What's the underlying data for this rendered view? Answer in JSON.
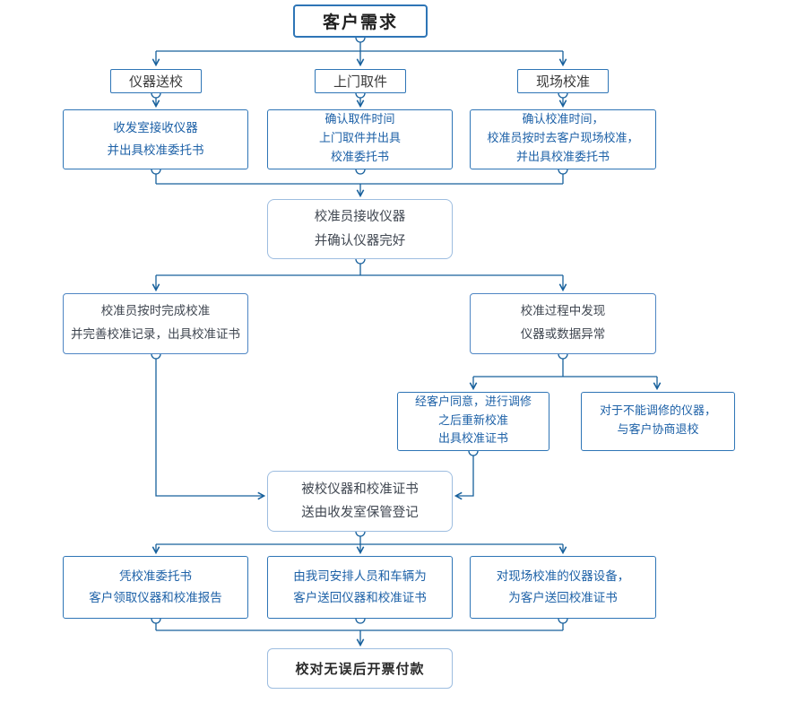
{
  "diagram": {
    "type": "flowchart",
    "colors": {
      "accent_border": "#2e75b6",
      "soft_border": "#9dbde0",
      "connector_line": "#17609c",
      "text_blue": "#1d61a7",
      "text_dark": "#3f4650",
      "background": "#ffffff"
    },
    "nodes": {
      "root": "客户需求",
      "branch_send": "仪器送校",
      "branch_pickup": "上门取件",
      "branch_onsite": "现场校准",
      "send_detail": "收发室接收仪器\n并出具校准委托书",
      "pickup_detail": "确认取件时间\n上门取件并出具\n校准委托书",
      "onsite_detail": "确认校准时间，\n校准员按时去客户现场校准，\n并出具校准委托书",
      "receive": "校准员接收仪器\n并确认仪器完好",
      "complete": "校准员按时完成校准\n并完善校准记录，出具校准证书",
      "abnormal": "校准过程中发现\n仪器或数据异常",
      "repair": "经客户同意，进行调修\n之后重新校准\n出具校准证书",
      "unrepairable": "对于不能调修的仪器，\n与客户协商退校",
      "storage": "被校仪器和校准证书\n送由收发室保管登记",
      "client_pickup": "凭校准委托书\n客户领取仪器和校准报告",
      "delivery": "由我司安排人员和车辆为\n客户送回仪器和校准证书",
      "onsite_return": "对现场校准的仪器设备，\n为客户送回校准证书",
      "payment": "校对无误后开票付款"
    }
  }
}
